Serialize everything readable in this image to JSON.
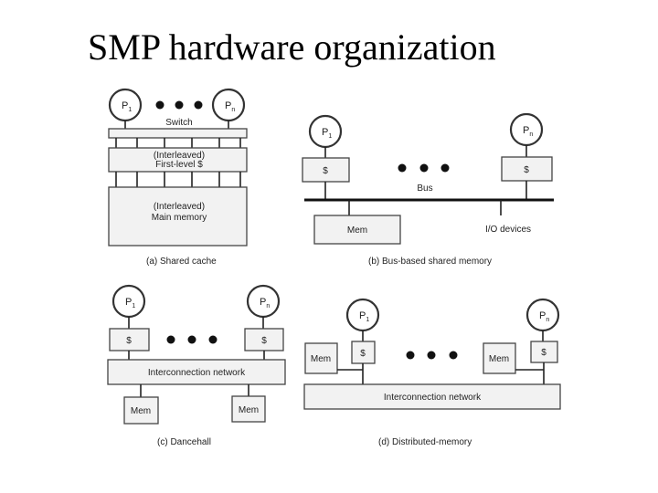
{
  "title": "SMP hardware organization",
  "panel_a": {
    "proc_first": "P",
    "proc_first_sub": "1",
    "proc_last": "P",
    "proc_last_sub": "n",
    "switch": "Switch",
    "cache_line1": "(Interleaved)",
    "cache_line2": "First-level $",
    "mem_line1": "(Interleaved)",
    "mem_line2": "Main memory",
    "caption": "(a) Shared cache"
  },
  "panel_b": {
    "proc_first": "P",
    "proc_first_sub": "1",
    "proc_last": "P",
    "proc_last_sub": "n",
    "cache_left": "$",
    "cache_right": "$",
    "bus": "Bus",
    "mem": "Mem",
    "io": "I/O devices",
    "caption": "(b) Bus-based shared memory"
  },
  "panel_c": {
    "proc_first": "P",
    "proc_first_sub": "1",
    "proc_last": "P",
    "proc_last_sub": "n",
    "cache_left": "$",
    "cache_right": "$",
    "network": "Interconnection network",
    "mem_left": "Mem",
    "mem_right": "Mem",
    "caption": "(c) Dancehall"
  },
  "panel_d": {
    "proc_first": "P",
    "proc_first_sub": "1",
    "proc_last": "P",
    "proc_last_sub": "n",
    "cache_left": "$",
    "cache_right": "$",
    "mem_left": "Mem",
    "mem_right": "Mem",
    "network": "Interconnection network",
    "caption": "(d) Distributed-memory"
  }
}
